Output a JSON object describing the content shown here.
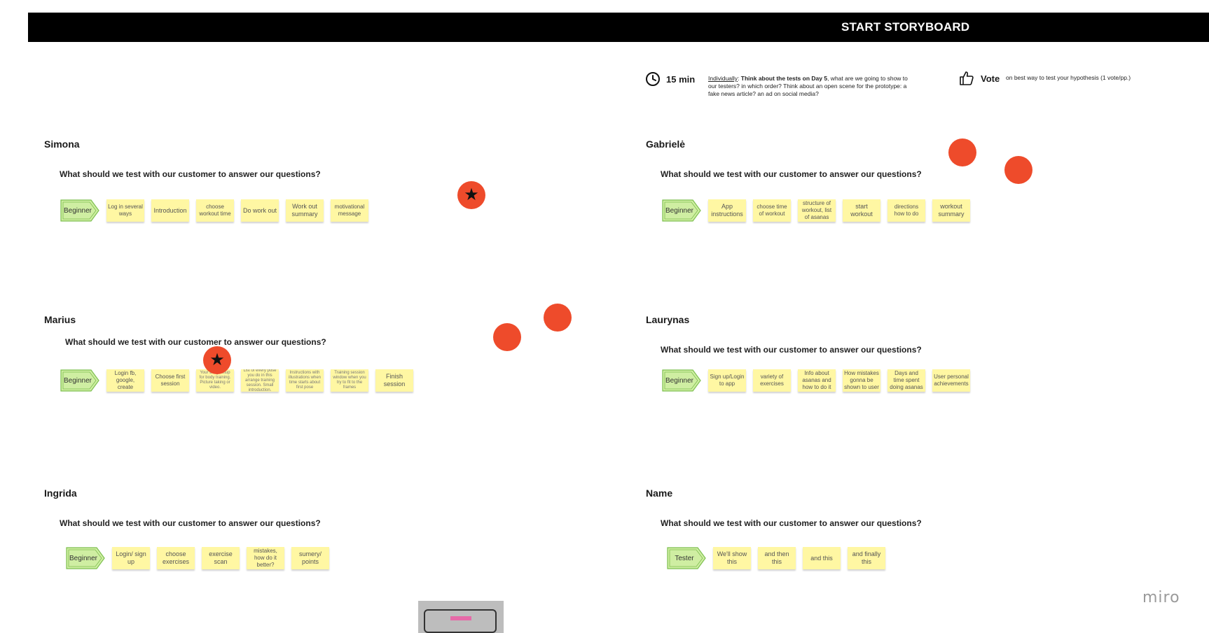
{
  "header": {
    "title": "START STORYBOARD"
  },
  "timer": {
    "icon": "clock-icon",
    "label": "15 min"
  },
  "instructions": {
    "individually": "Individually",
    "bold": "Think about the tests on Day 5",
    "rest": ", what are we going to show to our testers? in which order? Think about an open scene for the prototype: a fake news article? an ad on social media?"
  },
  "vote": {
    "icon": "thumbs-up-icon",
    "label": "Vote",
    "note": "on best way to test your hypothesis (1 vote/pp.)"
  },
  "accent_color": "#ee4b2b",
  "sections": [
    {
      "name": "Simona",
      "question": "What should we test with our customer to answer our questions?",
      "tag": "Beginner",
      "notes": [
        "Log in several ways",
        "Introduction",
        "choose workout time",
        "Do work out",
        "Work out summary",
        "motivational message"
      ]
    },
    {
      "name": "Gabrielė",
      "question": "What should we test with our customer to answer our questions?",
      "tag": "Beginner",
      "notes": [
        "App instructions",
        "choose time of workout",
        "structure of workout, list of asanas",
        "start workout",
        "directions how to do",
        "workout summary"
      ]
    },
    {
      "name": "Marius",
      "question": "What should we test with our customer to answer our questions?",
      "tag": "Beginner",
      "notes": [
        "Login fb, google, create",
        "Choose first session",
        "Your body setup for body training. Picture taking or video.",
        "List of every pose you do in this arrange training session. Small introduction.",
        "Instructions with illustrations when time starts about first pose",
        "Training session window when you try to fit to the frames",
        "Finish session"
      ]
    },
    {
      "name": "Laurynas",
      "question": "What should we test with our customer to answer our questions?",
      "tag": "Beginner",
      "notes": [
        "Sign up/Login to app",
        "variety of exercises",
        "Info about asanas and how to do it",
        "How mistakes gonna be shown to user",
        "Days and time spent doing asanas",
        "User personal achievements"
      ]
    },
    {
      "name": "Ingrida",
      "question": "What should we test with our customer to answer our questions?",
      "tag": "Beginner",
      "notes": [
        "Login/ sign up",
        "choose exercises",
        "exercise scan",
        "mistakes, how do it better?",
        "sumery/ points"
      ]
    },
    {
      "name": "Name",
      "question": "What should we test with our customer to answer our questions?",
      "tag": "Tester",
      "notes": [
        "We'll show this",
        "and then this",
        "and this",
        "and finally this"
      ]
    }
  ],
  "brand": "miro"
}
